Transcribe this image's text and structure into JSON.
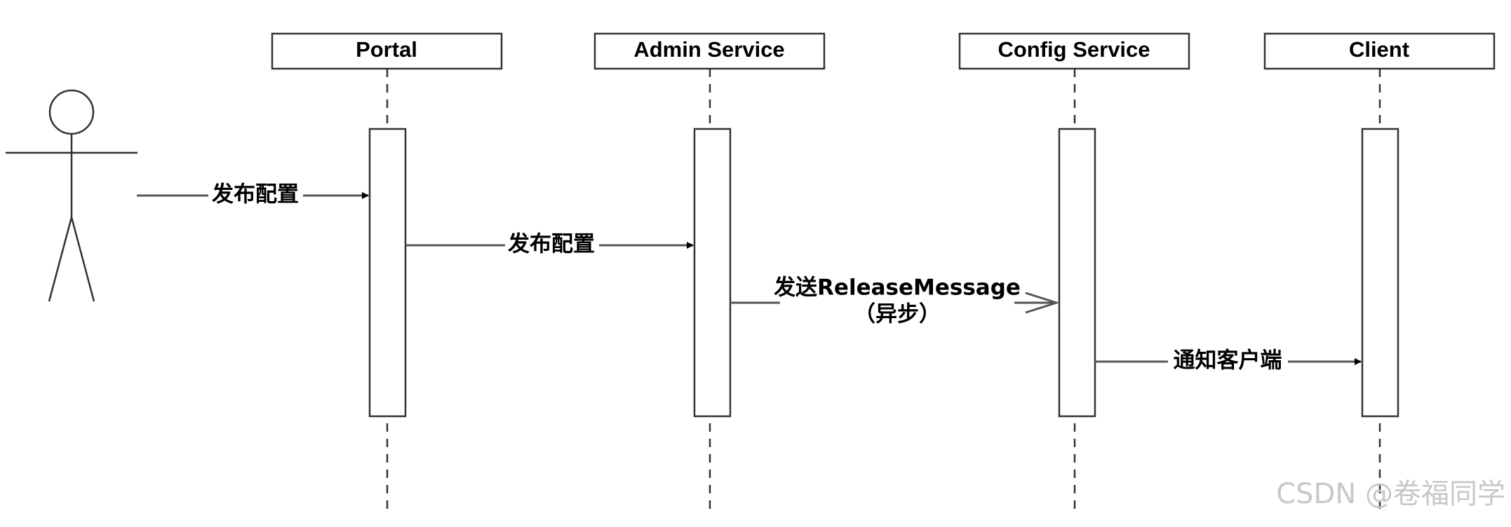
{
  "participants": [
    {
      "id": "portal",
      "label": "Portal"
    },
    {
      "id": "admin",
      "label": "Admin Service"
    },
    {
      "id": "config",
      "label": "Config Service"
    },
    {
      "id": "client",
      "label": "Client"
    }
  ],
  "messages": [
    {
      "label": "发布配置",
      "style": "sync"
    },
    {
      "label": "发布配置",
      "style": "sync"
    },
    {
      "label": "发送ReleaseMessage",
      "label2": "（异步）",
      "style": "async"
    },
    {
      "label": "通知客户端",
      "style": "sync"
    }
  ],
  "watermark": "CSDN @卷福同学"
}
